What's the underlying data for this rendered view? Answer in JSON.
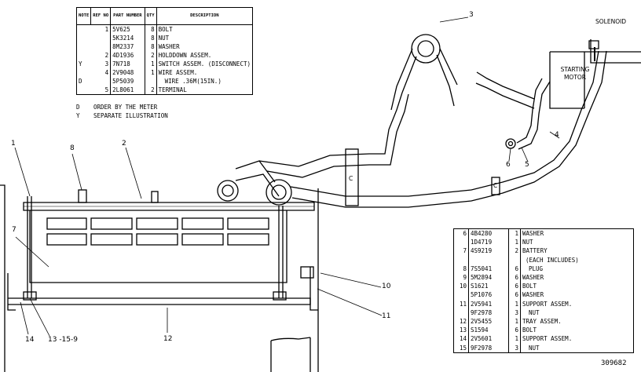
{
  "top_table": {
    "headers": {
      "note": "NOTE",
      "ref_no": "REF NO",
      "part_number": "PART NUMBER",
      "qty": "QTY",
      "description": "DESCRIPTION"
    },
    "rows": [
      {
        "note": "",
        "ref": "1",
        "part": "5V625",
        "qty": "8",
        "desc": "BOLT"
      },
      {
        "note": "",
        "ref": "",
        "part": "5K3214",
        "qty": "8",
        "desc": "NUT"
      },
      {
        "note": "",
        "ref": "",
        "part": "8M2337",
        "qty": "8",
        "desc": "WASHER"
      },
      {
        "note": "",
        "ref": "2",
        "part": "4D1936",
        "qty": "2",
        "desc": "HOLDDOWN ASSEM."
      },
      {
        "note": "Y",
        "ref": "3",
        "part": "7N718",
        "qty": "1",
        "desc": "SWITCH ASSEM. (DISCONNECT)"
      },
      {
        "note": "",
        "ref": "4",
        "part": "2V9048",
        "qty": "1",
        "desc": "WIRE ASSEM."
      },
      {
        "note": "D",
        "ref": "",
        "part": "5P5039",
        "qty": "",
        "desc": "WIRE .36M(15IN.)"
      },
      {
        "note": "",
        "ref": "5",
        "part": "2L8061",
        "qty": "2",
        "desc": "TERMINAL"
      }
    ]
  },
  "notes": [
    {
      "code": "D",
      "text": "ORDER BY THE METER"
    },
    {
      "code": "Y",
      "text": "SEPARATE ILLUSTRATION"
    }
  ],
  "bottom_table": {
    "rows": [
      {
        "ref": "6",
        "part": "4B4280",
        "qty": "1",
        "desc": "WASHER"
      },
      {
        "ref": "",
        "part": "1D4719",
        "qty": "1",
        "desc": "NUT"
      },
      {
        "ref": "7",
        "part": "4S9219",
        "qty": "2",
        "desc": "BATTERY"
      },
      {
        "ref": "",
        "part": "",
        "qty": "",
        "desc": "(EACH INCLUDES)"
      },
      {
        "ref": "8",
        "part": "7S5041",
        "qty": "6",
        "desc": "PLUG"
      },
      {
        "ref": "9",
        "part": "5M2894",
        "qty": "6",
        "desc": "WASHER"
      },
      {
        "ref": "10",
        "part": "S1621",
        "qty": "6",
        "desc": "BOLT"
      },
      {
        "ref": "",
        "part": "5P1076",
        "qty": "6",
        "desc": "WASHER"
      },
      {
        "ref": "11",
        "part": "2V5941",
        "qty": "1",
        "desc": "SUPPORT ASSEM."
      },
      {
        "ref": "",
        "part": "9F2978",
        "qty": "3",
        "desc": "NUT"
      },
      {
        "ref": "12",
        "part": "2V5455",
        "qty": "1",
        "desc": "TRAY ASSEM."
      },
      {
        "ref": "13",
        "part": "S1594",
        "qty": "6",
        "desc": "BOLT"
      },
      {
        "ref": "14",
        "part": "2V5601",
        "qty": "1",
        "desc": "SUPPORT ASSEM."
      },
      {
        "ref": "15",
        "part": "9F2978",
        "qty": "3",
        "desc": "NUT"
      }
    ]
  },
  "callouts": {
    "c1": "1",
    "c2": "2",
    "c3": "3",
    "c4": "4",
    "c5": "5",
    "c6": "6",
    "c7": "7",
    "c8": "8",
    "c10": "10",
    "c11": "11",
    "c12": "12",
    "c13_15_9": "13 -15-9",
    "c14": "14"
  },
  "labels": {
    "solenoid": "SOLENOID",
    "starting_motor_line1": "STARTING",
    "starting_motor_line2": "MOTOR",
    "clamp_c1": "C",
    "clamp_c2": "C"
  },
  "figure_id": "309682"
}
